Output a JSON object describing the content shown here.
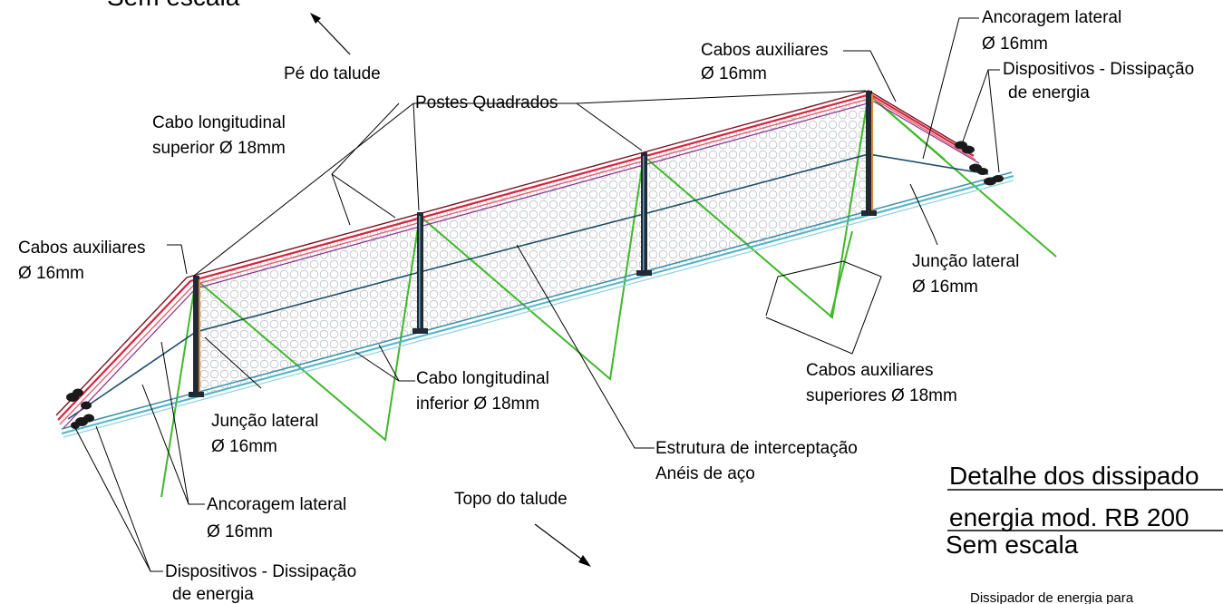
{
  "labels": {
    "sem_escala_top": "Sem escala",
    "pe_do_talude": "Pé do talude",
    "topo_do_talude": "Topo do talude",
    "postes_quadrados": "Postes Quadrados",
    "cabo_long_sup_1": "Cabo longitudinal",
    "cabo_long_sup_2": "superior Ø 18mm",
    "cabos_aux_left_1": "Cabos auxiliares",
    "cabos_aux_left_2": "Ø 16mm",
    "cabos_aux_right_1": "Cabos auxiliares",
    "cabos_aux_right_2": "Ø 16mm",
    "ancoragem_right_1": "Ancoragem lateral",
    "ancoragem_right_2": "Ø 16mm",
    "dissip_right_1": "Dispositivos - Dissipação",
    "dissip_right_2": "de energia",
    "juncao_right_1": "Junção lateral",
    "juncao_right_2": "Ø 16mm",
    "cabos_aux_sup_1": "Cabos auxiliares",
    "cabos_aux_sup_2": "superiores  Ø 18mm",
    "cabo_long_inf_1": "Cabo longitudinal",
    "cabo_long_inf_2": "inferior Ø 18mm",
    "juncao_left_1": "Junção lateral",
    "juncao_left_2": "Ø 16mm",
    "estrutura_1": "Estrutura de interceptação",
    "estrutura_2": "Anéis de aço",
    "ancoragem_left_1": "Ancoragem lateral",
    "ancoragem_left_2": "Ø 16mm",
    "dissip_left_1": "Dispositivos - Dissipação",
    "dissip_left_2": "de energia",
    "detalhe_1": "Detalhe dos dissipado",
    "detalhe_2": "energia mod. RB 200",
    "detalhe_3": "Sem escala",
    "dissipador_note": "Dissipador de energia para"
  },
  "colors": {
    "top_cable": "#d4243c",
    "top_cable_dark": "#7a1420",
    "bottom_cable": "#4fb4c8",
    "mid_cable": "#1c4e6a",
    "aux_cable": "#3fb82a",
    "aux_purple": "#8a2a8a",
    "post": "#1f2a35",
    "mesh": "#b8bcc4"
  }
}
